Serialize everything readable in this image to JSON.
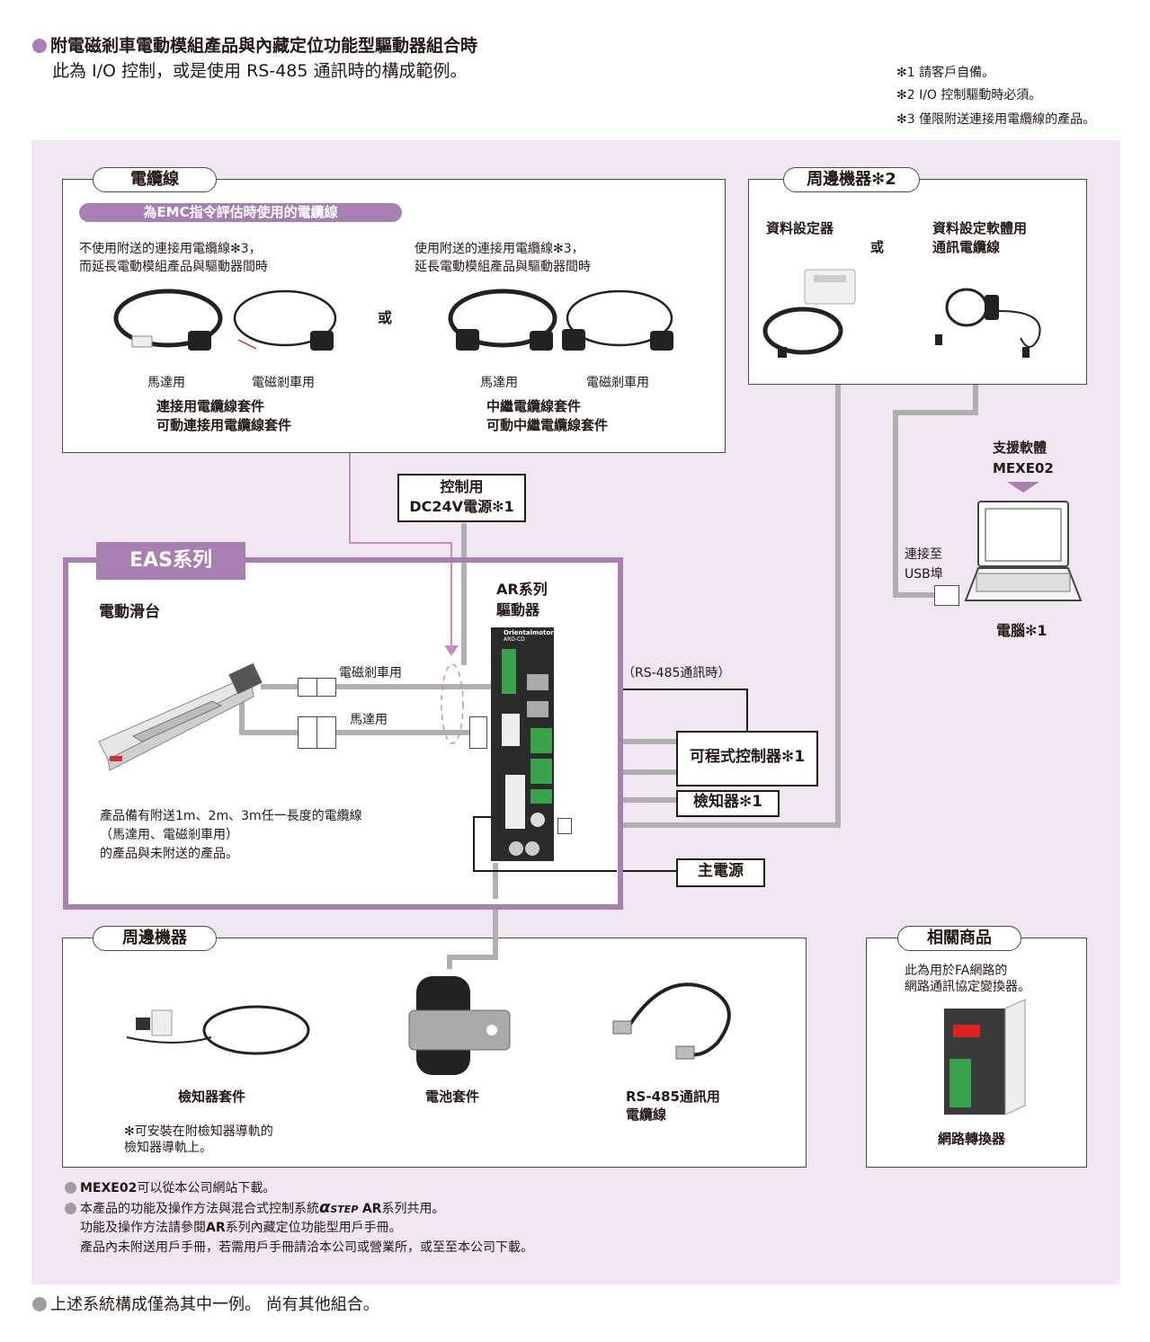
{
  "header": {
    "title": "附電磁剎車電動模組產品與內藏定位功能型驅動器組合時",
    "subtitle": "此為 I/O 控制，或是使用 RS-485 通訊時的構成範例。",
    "accent_color": "#a77fb3"
  },
  "notes": [
    "✻1 請客戶自備。",
    "✻2 I/O 控制驅動時必須。",
    "✻3 僅限附送連接用電纜線的產品。"
  ],
  "cable_box": {
    "label": "電纜線",
    "emc_banner": "為EMC指令評估時使用的電纜線",
    "left": {
      "desc1": "不使用附送的連接用電纜線✻3，",
      "desc2": "而延長電動模組產品與驅動器間時",
      "motor": "馬達用",
      "brake": "電磁剎車用",
      "name1": "連接用電纜線套件",
      "name2": "可動連接用電纜線套件"
    },
    "or": "或",
    "right": {
      "desc1": "使用附送的連接用電纜線✻3，",
      "desc2": "延長電動模組產品與驅動器間時",
      "motor": "馬達用",
      "brake": "電磁剎車用",
      "name1": "中繼電纜線套件",
      "name2": "可動中繼電纜線套件"
    }
  },
  "peripheral_top": {
    "label": "周邊機器✻2",
    "item1": "資料設定器",
    "or": "或",
    "item2_line1": "資料設定軟體用",
    "item2_line2": "通訊電纜線"
  },
  "software": {
    "line1": "支援軟體",
    "line2": "MEXE02",
    "usb1": "連接至",
    "usb2": "USB埠",
    "pc": "電腦✻1"
  },
  "power24": {
    "line1": "控制用",
    "line2": "DC24V電源✻1"
  },
  "eas": {
    "label": "EAS系列",
    "slider": "電動滑台",
    "driver1": "AR系列",
    "driver2": "驅動器",
    "brake_cable": "電磁剎車用",
    "motor_cable": "馬達用",
    "rs485": "（RS-485通訊時）",
    "desc1": "產品備有附送1m、2m、3m任一長度的電纜線",
    "desc2": "（馬達用、電磁剎車用）",
    "desc3": "的產品與未附送的產品。",
    "driver_brand": "Orientalmotor",
    "driver_model": "ARD-CD"
  },
  "devices": {
    "plc": "可程式控制器✻1",
    "sensor": "檢知器✻1",
    "main_power": "主電源"
  },
  "peripheral_bottom": {
    "label": "周邊機器",
    "sensor_kit": "檢知器套件",
    "sensor_note1": "✻可安裝在附檢知器導軌的",
    "sensor_note2": "檢知器導軌上。",
    "battery": "電池套件",
    "rs485_1": "RS-485通訊用",
    "rs485_2": "電纜線"
  },
  "related": {
    "label": "相關商品",
    "desc1": "此為用於FA網路的",
    "desc2": "網路通訊協定變換器。",
    "name": "網路轉換器"
  },
  "footnotes": {
    "f1_bold": "MEXE02",
    "f1": "可以從本公司網站下載。",
    "f2a": "本產品的功能及操作方法與混合式控制系統",
    "f2_alpha": "α",
    "f2_step": "STEP",
    "f2_ar": "AR",
    "f2b": "系列共用。",
    "f3a": "功能及操作方法請參閱",
    "f3_ar": "AR",
    "f3b": "系列內藏定位功能型用戶手冊。",
    "f4": "產品內未附送用戶手冊，若需用戶手冊請洽本公司或營業所，或至至本公司下載。"
  },
  "bottom_note": "上述系統構成僅為其中一例。 尚有其他組合。",
  "colors": {
    "panel_bg": "#f1e7f2",
    "purple": "#a77fb3",
    "gray_line": "#b0b0b0",
    "dot_gray": "#9e9e9e"
  }
}
